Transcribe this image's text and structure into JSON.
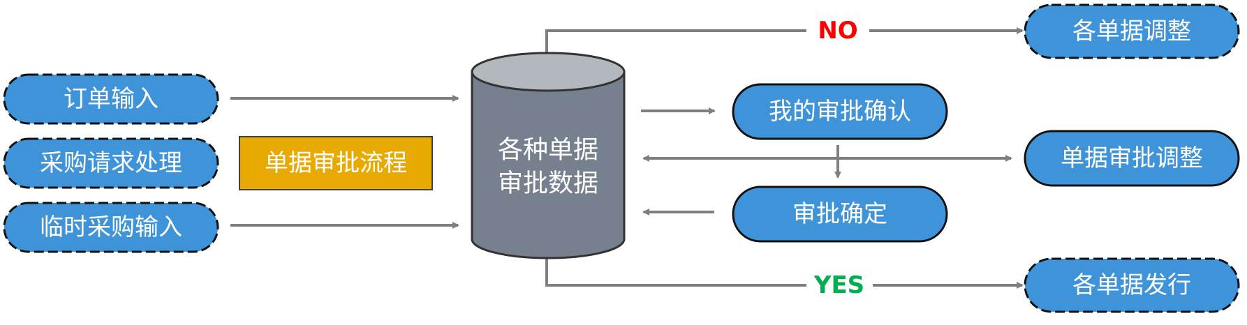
{
  "inputs": [
    {
      "label": "订单输入"
    },
    {
      "label": "采购请求处理"
    },
    {
      "label": "临时采购输入"
    }
  ],
  "title_box": {
    "label": "单据审批流程"
  },
  "database": {
    "line1": "各种单据",
    "line2": "审批数据"
  },
  "process": [
    {
      "label": "我的审批确认"
    },
    {
      "label": "审批确定"
    }
  ],
  "outputs": [
    {
      "label": "各单据调整"
    },
    {
      "label": "单据审批调整"
    },
    {
      "label": "各单据发行"
    }
  ],
  "branches": {
    "no": "NO",
    "yes": "YES"
  },
  "colors": {
    "node_fill": "#3f93d9",
    "title_fill": "#e8a900",
    "db_body": "#76808f",
    "db_top": "#b3b8bf",
    "arrow": "#7f7f7f",
    "no_color": "#ff0000",
    "yes_color": "#00b050"
  }
}
